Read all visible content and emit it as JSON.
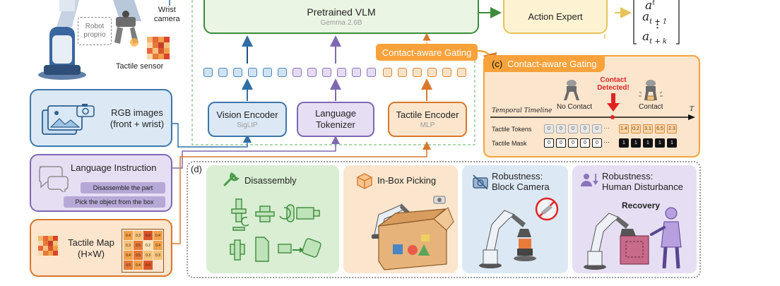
{
  "colors": {
    "vlm_green": "#3d8b3d",
    "vlm_fill": "#eaf5e4",
    "action_yellow": "#e8c35a",
    "action_fill": "#fdf3d2",
    "blue": "#3d76ab",
    "blue_fill": "#dce9f5",
    "purple": "#7f68b3",
    "purple_fill": "#e6def3",
    "orange": "#d9772b",
    "orange_fill": "#fbe5cd",
    "gating_fill": "#f9a23b",
    "red": "#e02424"
  },
  "robot": {
    "proprio_label": "Robot\nproprio",
    "wrist_label": "Wrist\ncamera",
    "tactile_sensor_label": "Tactile sensor"
  },
  "vlm": {
    "title": "Pretrained VLM",
    "subtitle": "Gemma 2.6B"
  },
  "action_expert": {
    "title": "Action Expert"
  },
  "action_vector": {
    "top": "a",
    "top_sup": "t",
    "mid": "a",
    "mid_sub": "t + 1",
    "dots": "⋮",
    "bottom": "a",
    "bottom_sub": "t + k"
  },
  "gating_small": {
    "label": "Contact-aware Gating"
  },
  "encoders": {
    "vision": {
      "title": "Vision Encoder",
      "subtitle": "SigLIP"
    },
    "language": {
      "title": "Language\nTokenizer"
    },
    "tactile": {
      "title": "Tactile Encoder",
      "subtitle": "MLP"
    }
  },
  "inputs": {
    "rgb": {
      "title": "RGB images\n(front + wrist)"
    },
    "language": {
      "title": "Language Instruction",
      "bubble1": "Disassemble the part",
      "bubble2": "Pick the object from the box"
    },
    "tactile_map": {
      "title": "Tactile Map\n(H×W)",
      "values": [
        "0.4",
        "0.3",
        "0.6",
        "0.4",
        "0.3",
        "0.5",
        "0.2",
        "0.4",
        "0.4",
        "0.5",
        "0.3",
        "0.3",
        "0.5",
        "0.4",
        "0.6"
      ]
    }
  },
  "panel_c": {
    "label": "(c)",
    "title": "Contact-aware Gating",
    "contact_detected": "Contact\nDetected!",
    "no_contact": "No Contact",
    "contact": "Contact",
    "timeline_label": "Temporal Timeline",
    "timeline_end": "T",
    "tactile_tokens_label": "Tactile Tokens",
    "tactile_mask_label": "Tactile Mask",
    "tokens_before": [
      "0",
      "0",
      "0",
      "0",
      "0"
    ],
    "tokens_after": [
      "1.4",
      "0.2",
      "3.1",
      "6.5",
      "2.3"
    ],
    "mask_before": [
      "0",
      "0",
      "0",
      "0",
      "0"
    ],
    "mask_after": [
      "1",
      "1",
      "1",
      "1",
      "1"
    ],
    "ellipsis": "···"
  },
  "panel_d": {
    "label": "(d)",
    "disassembly": {
      "title": "Disassembly"
    },
    "inbox": {
      "title": "In-Box Picking"
    },
    "block_camera": {
      "title": "Robustness:\nBlock Camera"
    },
    "human": {
      "title": "Robustness:\nHuman Disturbance",
      "recovery": "Recovery"
    }
  }
}
